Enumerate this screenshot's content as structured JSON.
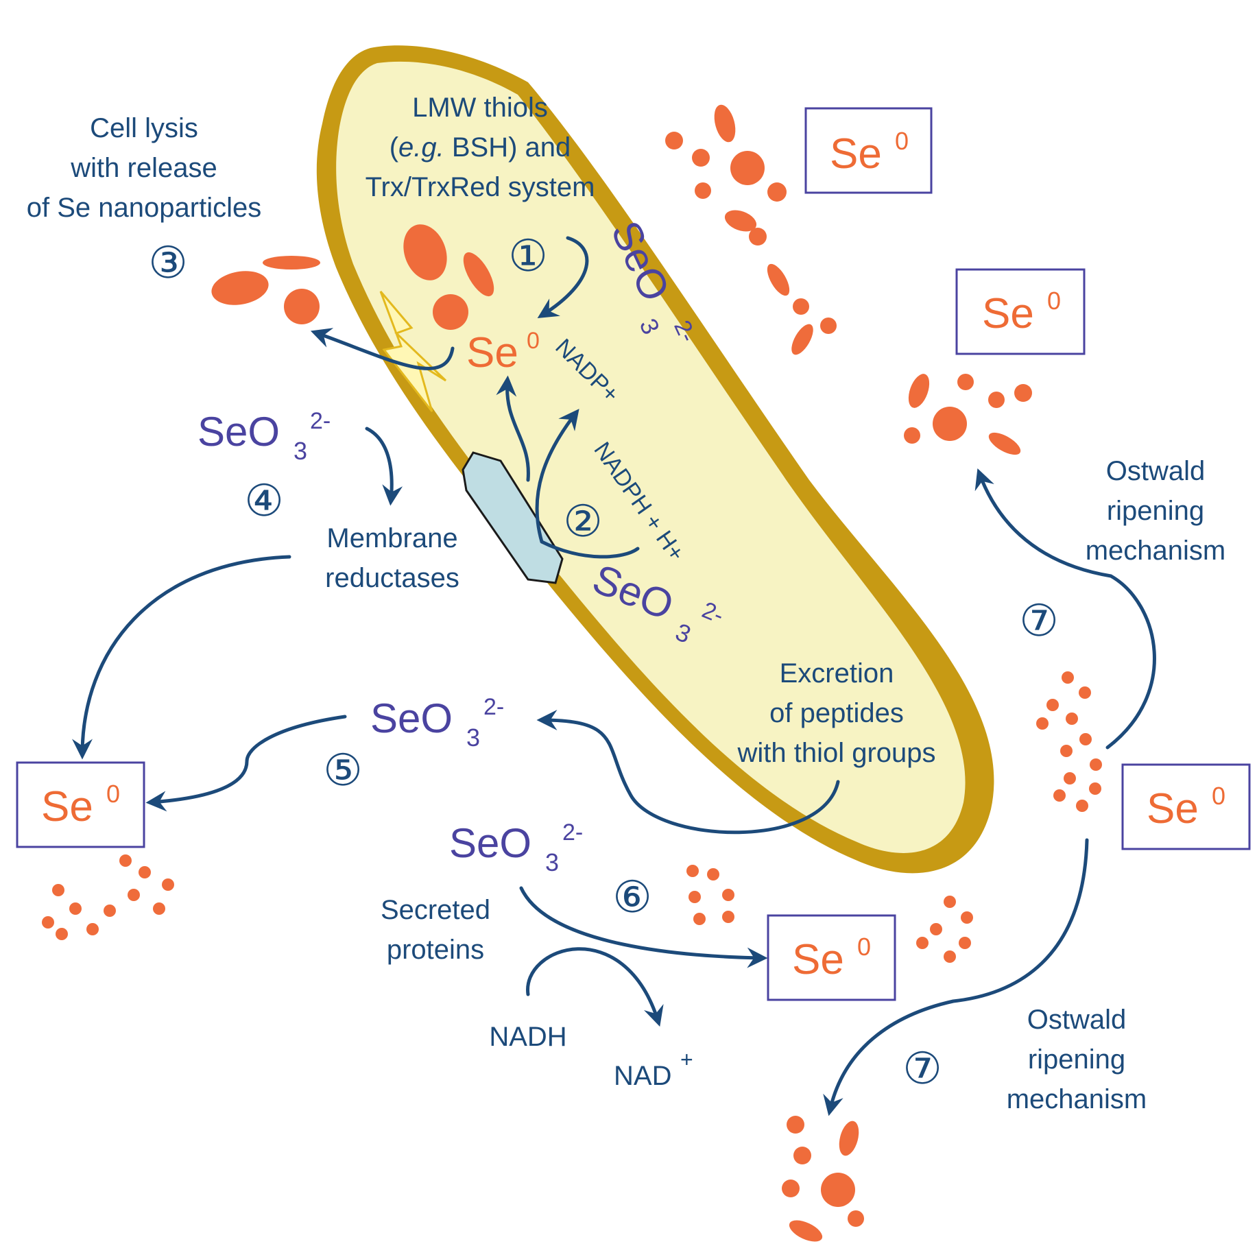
{
  "labels": {
    "cell_lysis": [
      "Cell lysis",
      "with release",
      "of Se nanoparticles"
    ],
    "lmw_thiols_1": "LMW thiols",
    "lmw_thiols_2a": "(",
    "lmw_thiols_2b": "e.g.",
    "lmw_thiols_2c": " BSH) and",
    "lmw_thiols_3": "Trx/TrxRed system",
    "membrane_reductases": [
      "Membrane",
      "reductases"
    ],
    "excretion": [
      "Excretion",
      "of peptides",
      "with thiol groups"
    ],
    "secreted_proteins": [
      "Secreted",
      "proteins"
    ],
    "ostwald": [
      "Ostwald",
      "ripening",
      "mechanism"
    ],
    "nadp_plus": "NADP+",
    "nadph": "NADPH + H+",
    "nadh": "NADH",
    "nad_plus": "NAD",
    "nad_plus_sup": "+"
  },
  "species": {
    "selenite_base": "SeO",
    "selenite_sub": "3",
    "selenite_sup": "2-",
    "se_base": "Se",
    "se_sup": "0"
  },
  "steps": [
    "①",
    "②",
    "③",
    "④",
    "⑤",
    "⑥",
    "⑦",
    "⑦"
  ],
  "colors": {
    "cell_fill": "#f7f3c3",
    "cell_wall": "#c79a14",
    "nanoparticle": "#ef6c3b",
    "arrow": "#1c4a7a",
    "selenite_text": "#4a43a0",
    "membrane_protein": "#bfdde3",
    "lightning": "#f3d43a"
  }
}
